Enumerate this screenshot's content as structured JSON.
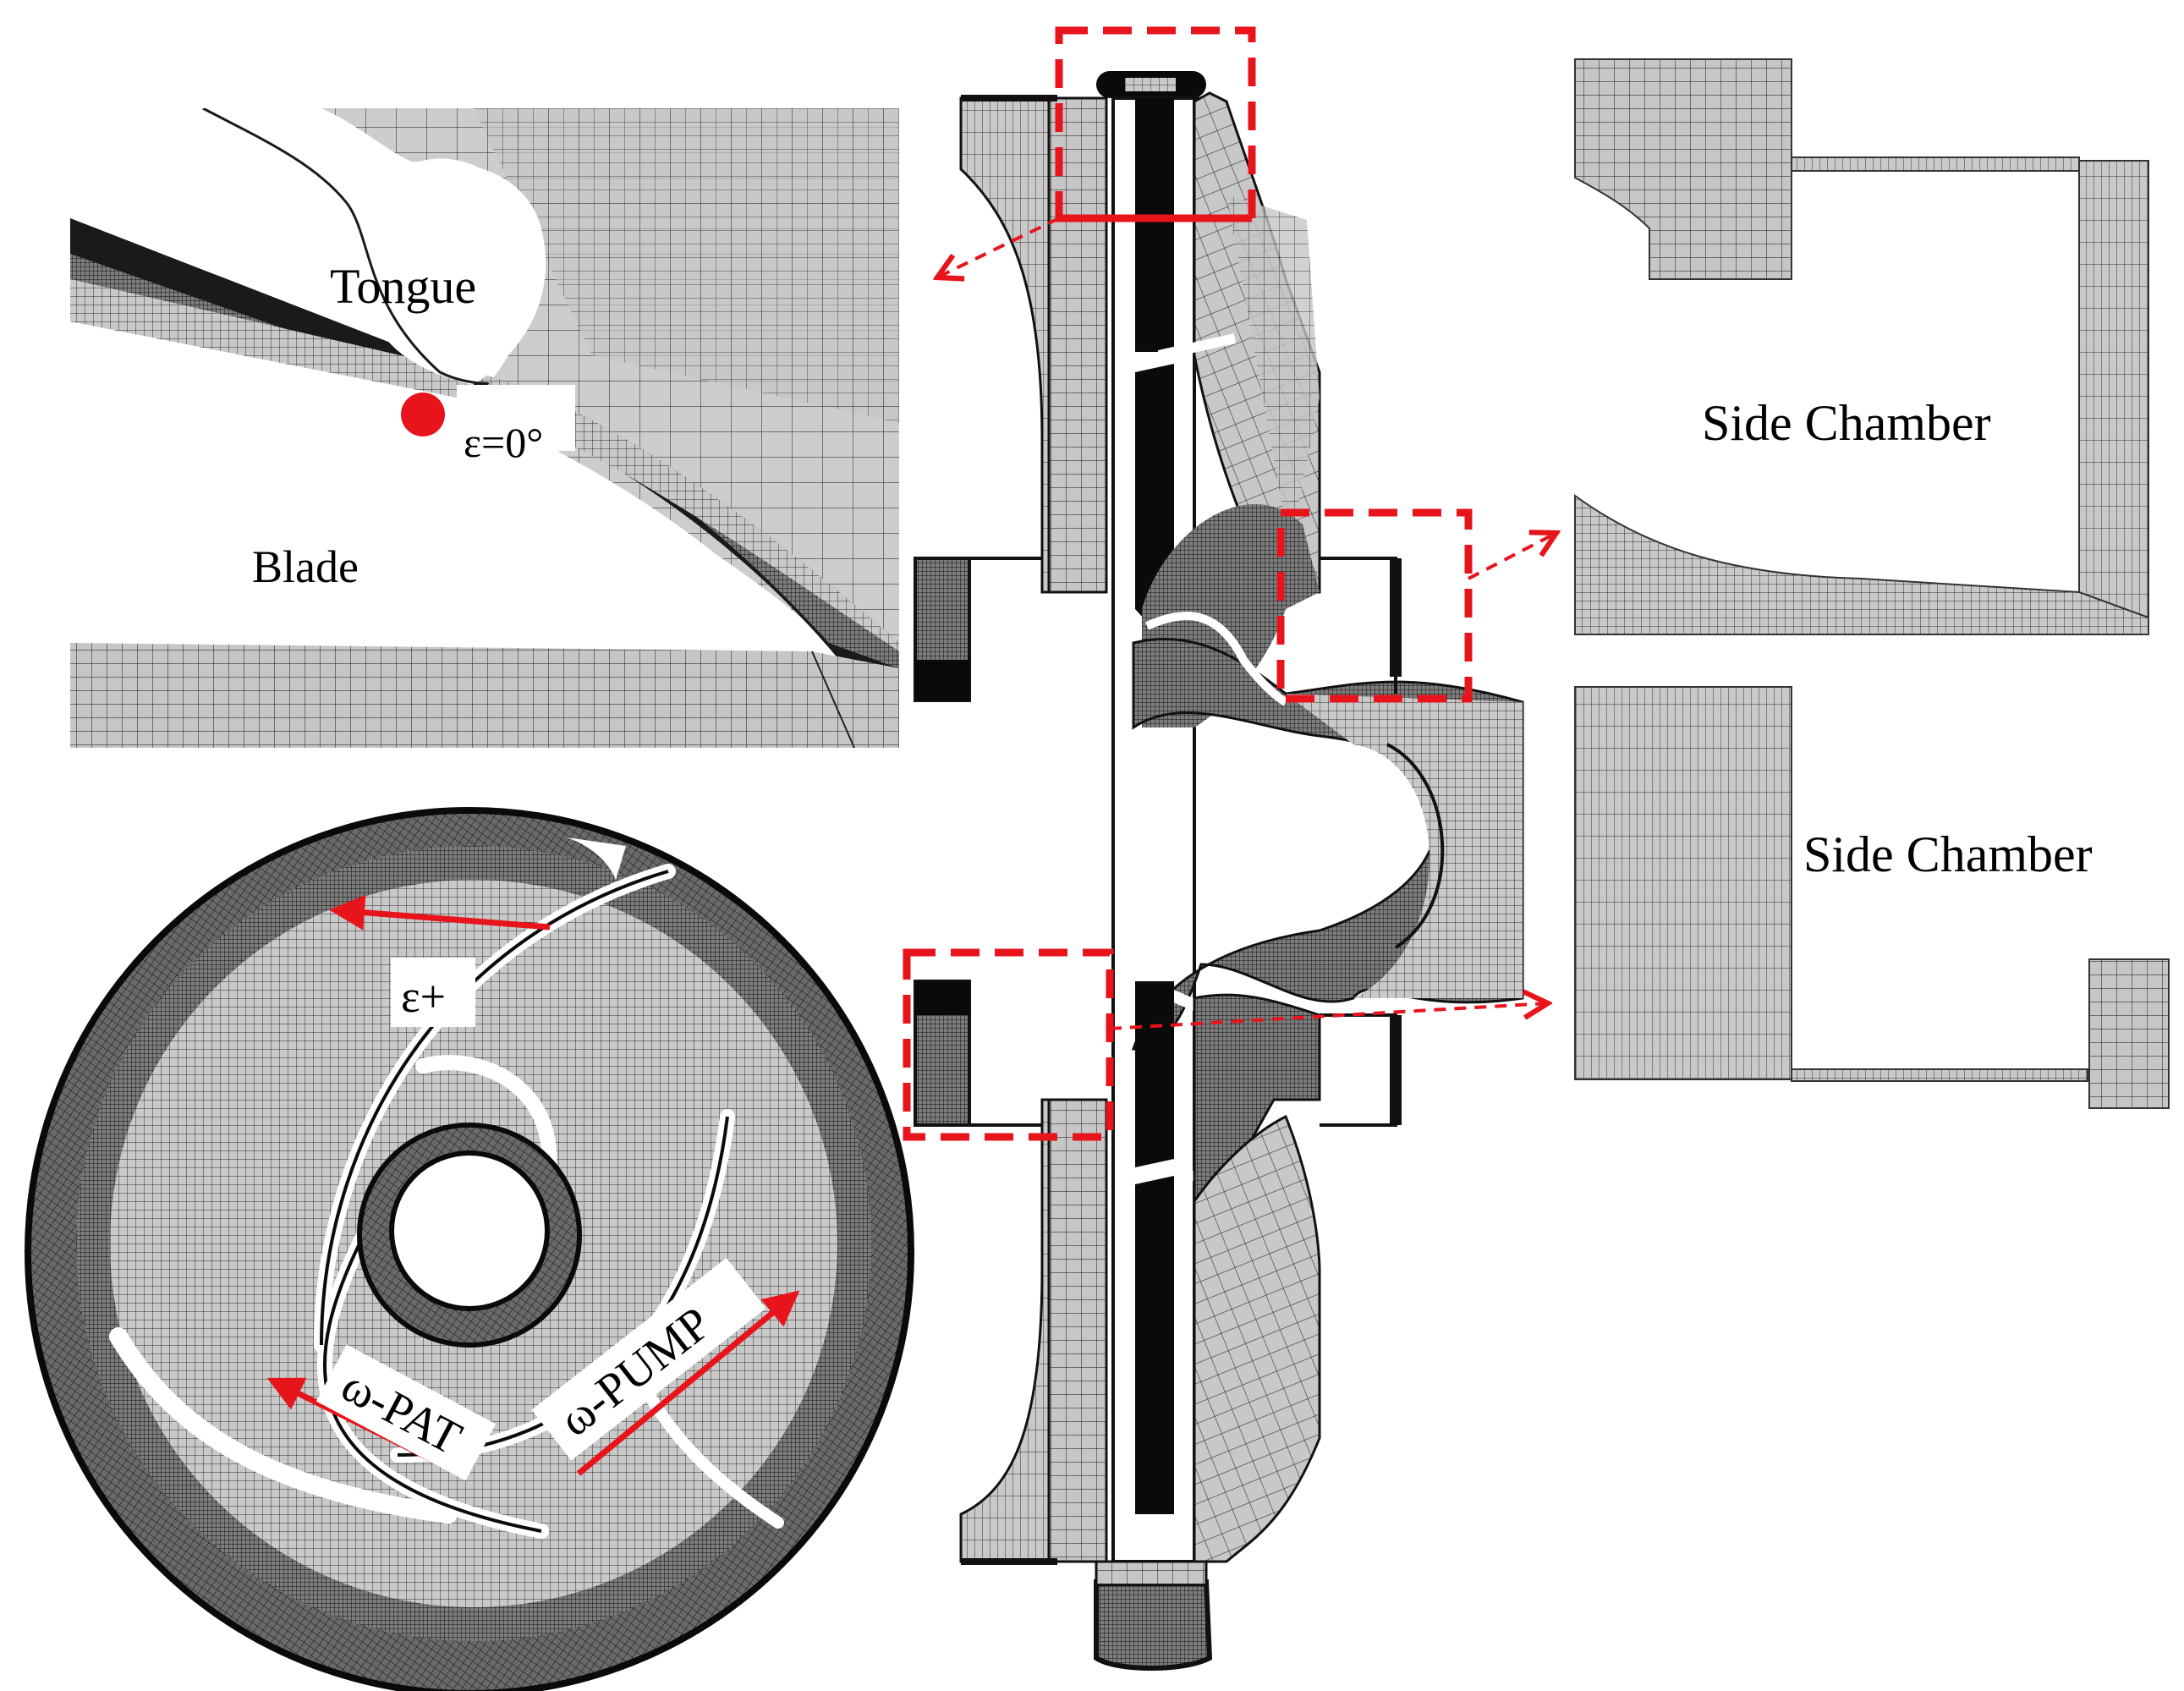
{
  "labels": {
    "tongue": "Tongue",
    "blade": "Blade",
    "epsilon_zero": "ε=0°",
    "side_chamber_top": "Side Chamber",
    "side_chamber_bottom": "Side Chamber",
    "epsilon_plus": "ε+",
    "omega_pat": "ω-PAT",
    "omega_pump": "ω-PUMP"
  },
  "colors": {
    "highlight": "#e8141c",
    "mesh_fill": "#c4c4c4",
    "mesh_line": "#3a3a3a",
    "solid": "#0a0a0a"
  },
  "icons": {
    "monitor_point": "red-dot-icon",
    "detail_arrow": "dashed-arrow-icon",
    "direction_arrow": "red-arrow-icon"
  }
}
